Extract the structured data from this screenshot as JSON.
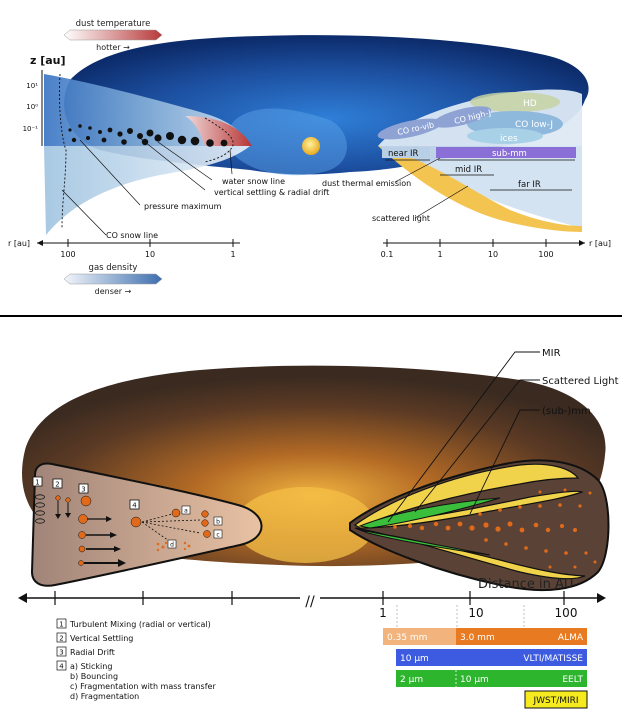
{
  "top": {
    "legend_temp": {
      "title": "dust temperature",
      "note": "hotter →"
    },
    "legend_gas": {
      "title": "gas density",
      "note": "denser →"
    },
    "z_axis_label": "z  [au]",
    "z_ticks": [
      "10¹",
      "10⁰",
      "10⁻¹"
    ],
    "left_labels": {
      "water_snow_line": "water snow line",
      "vertical_settling": "vertical settling & radial drift",
      "pressure_maximum": "pressure maximum",
      "co_snow_line": "CO snow line"
    },
    "right_labels": {
      "co_rovib": "CO ro-vib",
      "co_high_j": "CO high-J",
      "hd": "HD",
      "co_low_j": "CO low-J",
      "ices": "ices",
      "dust_thermal": "dust thermal emission",
      "scattered_light": "scattered light"
    },
    "bands": {
      "near_ir": "near IR",
      "sub_mm": "sub-mm",
      "mid_ir": "mid IR",
      "far_ir": "far IR"
    },
    "left_axis": {
      "label": "r [au]",
      "ticks": [
        "100",
        "10",
        "1"
      ]
    },
    "right_axis": {
      "label": "r [au]",
      "ticks": [
        "0.1",
        "1",
        "10",
        "100"
      ]
    }
  },
  "bottom": {
    "wavelength_labels": {
      "mir": "MIR",
      "scattered": "Scattered Light",
      "submm": "(sub-)mm"
    },
    "process_numbers": [
      "1",
      "2",
      "3",
      "4"
    ],
    "process_letters": [
      "a",
      "b",
      "c",
      "d"
    ],
    "distance_label": "Distance in AU",
    "axis_ticks": [
      "1",
      "10",
      "100"
    ],
    "axis_break": "//",
    "legend": [
      {
        "num": "1",
        "text": "Turbulent Mixing (radial or vertical)"
      },
      {
        "num": "2",
        "text": "Vertical Settling"
      },
      {
        "num": "3",
        "text": "Radial Drift"
      },
      {
        "num": "4",
        "text": "a) Sticking"
      }
    ],
    "legend_sub": [
      "b) Bouncing",
      "c) Fragmentation with mass transfer",
      "d) Fragmentation"
    ],
    "instruments": {
      "alma": {
        "left": "0.35 mm",
        "mid": "3.0 mm",
        "name": "ALMA"
      },
      "vlti": {
        "left": "10 µm",
        "name": "VLTI/MATISSE"
      },
      "eelt": {
        "left": "2 µm",
        "mid": "10 µm",
        "name": "EELT"
      },
      "jwst": {
        "name": "JWST/MIRI"
      }
    },
    "colors": {
      "alma": "#E87B22",
      "alma_light": "#F2B37C",
      "vlti": "#3D5BE0",
      "eelt": "#2DB52D",
      "jwst": "#F5EA1E"
    }
  }
}
